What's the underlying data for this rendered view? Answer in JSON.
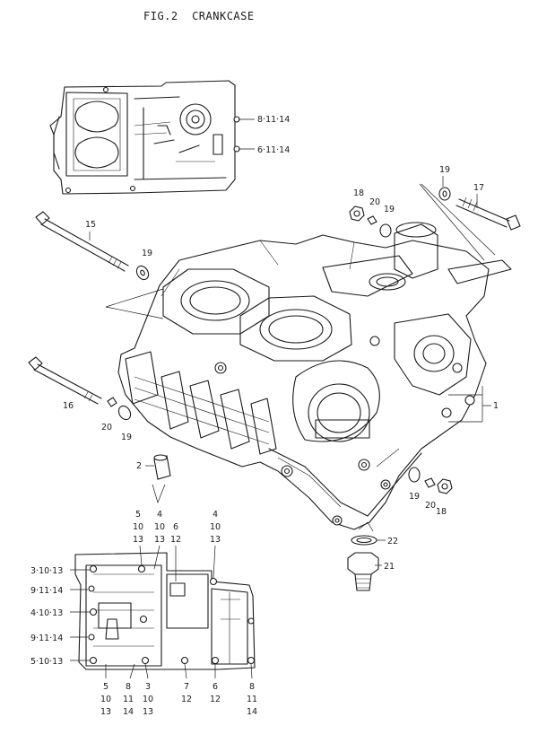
{
  "title": "FIG.2  CRANKCASE",
  "callouts": {
    "c_top_8_11_14": "8·11·14",
    "c_top_6_11_14": "6·11·14",
    "c_17": "17",
    "c_19a": "19",
    "c_18a": "18",
    "c_20a": "20",
    "c_19b": "19",
    "c_15": "15",
    "c_19c": "19",
    "c_1": "1",
    "c_16": "16",
    "c_20b": "20",
    "c_19d": "19",
    "c_2": "2",
    "c_19e": "19",
    "c_20c": "20",
    "c_18b": "18",
    "c_22": "22",
    "c_21": "21",
    "c_3_10_13": "3·10·13",
    "c_9_11_14a": "9·11·14",
    "c_4_10_13": "4·10·13",
    "c_9_11_14b": "9·11·14",
    "c_5_10_13": "5·10·13"
  },
  "stacks": {
    "top_5": [
      "5",
      "10",
      "13"
    ],
    "top_4a": [
      "4",
      "10",
      "13"
    ],
    "top_6": [
      "6",
      "12"
    ],
    "top_4b": [
      "4",
      "10",
      "13"
    ],
    "bot_5": [
      "5",
      "10",
      "13"
    ],
    "bot_8a": [
      "8",
      "11",
      "14"
    ],
    "bot_3": [
      "3",
      "10",
      "13"
    ],
    "bot_7": [
      "7",
      "12"
    ],
    "bot_6": [
      "6",
      "12"
    ],
    "bot_8b": [
      "8",
      "11",
      "14"
    ]
  }
}
